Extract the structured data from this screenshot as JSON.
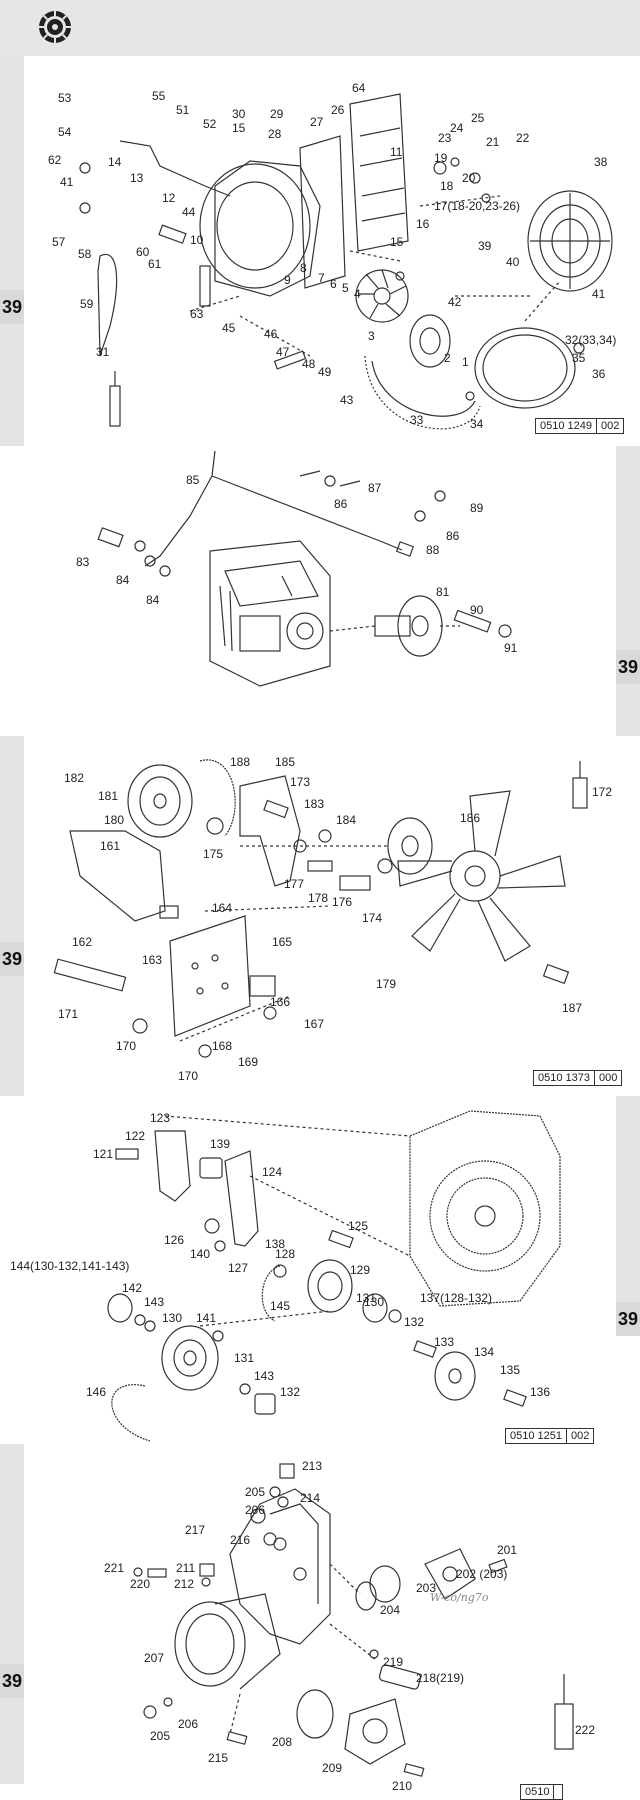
{
  "section_number": "39",
  "panels": [
    {
      "id": "p1",
      "ref": {
        "code": "0510 1249",
        "rev": "002"
      },
      "labels": [
        "53",
        "55",
        "51",
        "52",
        "30",
        "15",
        "29",
        "28",
        "27",
        "26",
        "64",
        "23",
        "25",
        "24",
        "21",
        "22",
        "54",
        "62",
        "41",
        "14",
        "13",
        "11",
        "19",
        "20",
        "18",
        "17(18-20,23-26)",
        "12",
        "44",
        "10",
        "16",
        "15",
        "38",
        "57",
        "58",
        "39",
        "40",
        "60",
        "61",
        "63",
        "45",
        "9",
        "8",
        "7",
        "6",
        "5",
        "4",
        "42",
        "59",
        "46",
        "47",
        "48",
        "49",
        "3",
        "2",
        "1",
        "41",
        "32(33,34)",
        "35",
        "36",
        "31",
        "43",
        "33",
        "34"
      ]
    },
    {
      "id": "p2",
      "ref": {
        "code": "",
        "rev": ""
      },
      "labels": [
        "85",
        "86",
        "87",
        "86",
        "89",
        "88",
        "83",
        "84",
        "84",
        "81",
        "90",
        "91"
      ]
    },
    {
      "id": "p3",
      "ref": {
        "code": "0510 1373",
        "rev": "000"
      },
      "labels": [
        "188",
        "185",
        "182",
        "181",
        "173",
        "183",
        "184",
        "180",
        "161",
        "175",
        "177",
        "178",
        "176",
        "186",
        "172",
        "162",
        "163",
        "164",
        "165",
        "174",
        "179",
        "171",
        "170",
        "166",
        "167",
        "187",
        "168",
        "169",
        "170"
      ]
    },
    {
      "id": "p4",
      "ref": {
        "code": "0510 1251",
        "rev": "002"
      },
      "labels": [
        "123",
        "122",
        "121",
        "139",
        "124",
        "126",
        "140",
        "138",
        "125",
        "144(130-132,141-143)",
        "127",
        "128",
        "129",
        "142",
        "143",
        "141",
        "130",
        "145",
        "131",
        "137(128-132)",
        "130",
        "132",
        "133",
        "134",
        "146",
        "131",
        "143",
        "132",
        "135",
        "136"
      ]
    },
    {
      "id": "p5",
      "ref": {
        "code": "0510",
        "rev": ""
      },
      "labels": [
        "213",
        "205",
        "214",
        "206",
        "217",
        "216",
        "201",
        "221",
        "220",
        "211",
        "212",
        "202 (203)",
        "203",
        "204",
        "207",
        "219",
        "218(219)",
        "205",
        "206",
        "215",
        "208",
        "209",
        "210",
        "222"
      ]
    }
  ],
  "handwritten_note": "W-co/ng7o",
  "colors": {
    "ink": "#333333",
    "tab": "#d9d9d9",
    "gutter": "#e4e4e4",
    "topbar": "#e6e6e6"
  }
}
